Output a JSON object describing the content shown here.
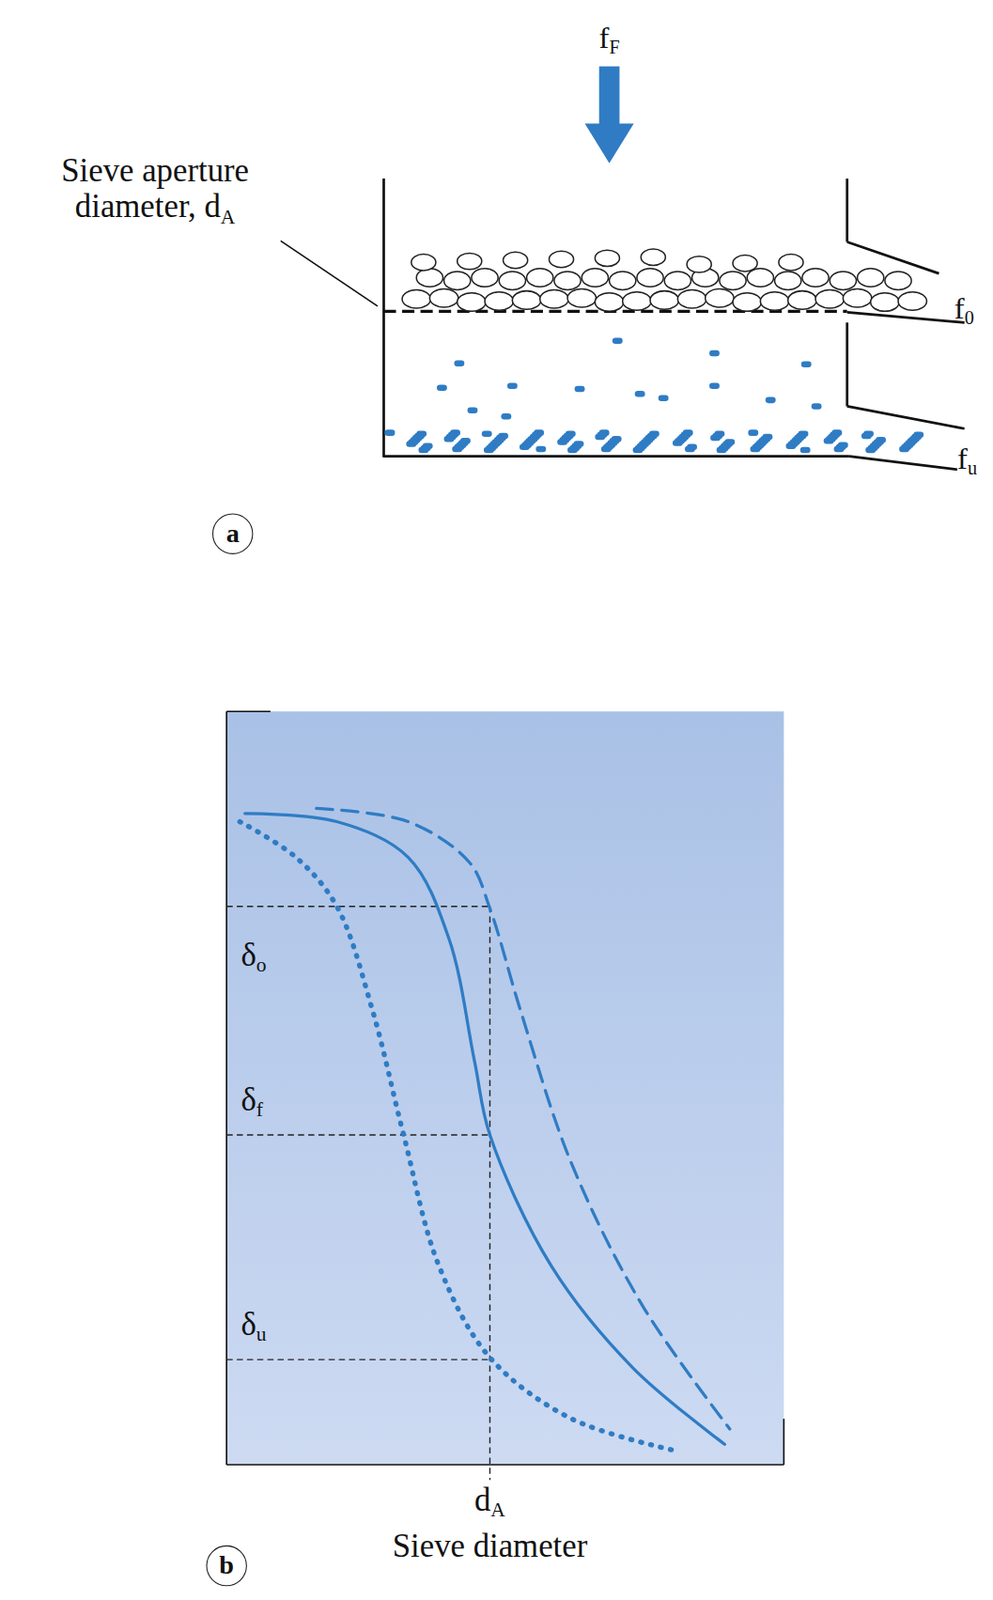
{
  "diagram": {
    "labels": [
      "fF",
      "Sieve aperture diameter, dA",
      "f0",
      "fu",
      "a",
      "δo",
      "δf",
      "δu",
      "dA",
      "Sieve diameter",
      "b"
    ]
  }
}
